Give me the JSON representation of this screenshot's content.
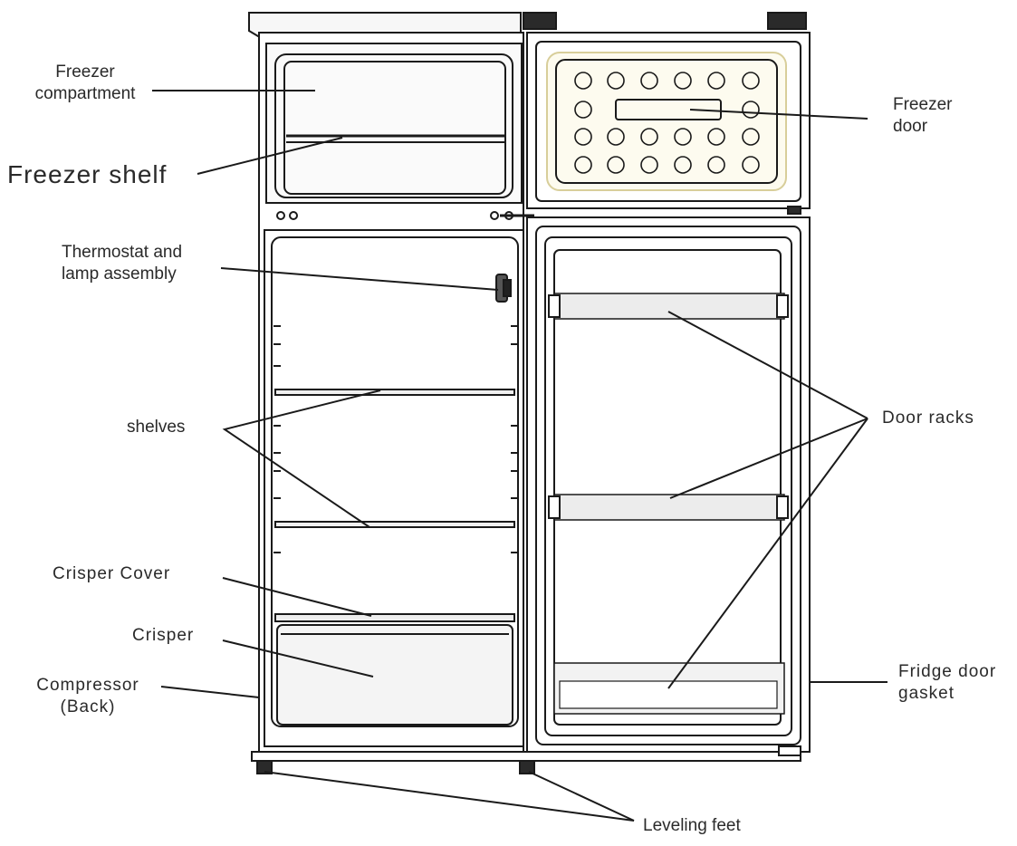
{
  "labels": {
    "freezer_compartment": [
      "Freezer",
      "compartment"
    ],
    "freezer_shelf": "Freezer shelf",
    "freezer_door": [
      "Freezer",
      "door"
    ],
    "thermostat": [
      "Thermostat and",
      "lamp assembly"
    ],
    "shelves": "shelves",
    "door_racks": "Door racks",
    "crisper_cover": "Crisper Cover",
    "crisper": "Crisper",
    "compressor": [
      "Compressor",
      "(Back)"
    ],
    "fridge_door_gasket": [
      "Fridge door",
      "gasket"
    ],
    "leveling_feet": "Leveling feet"
  },
  "colors": {
    "line": "#1a1a1a",
    "rack_fill": "#ececec",
    "gasket_highlight": "#f3ecc8"
  }
}
